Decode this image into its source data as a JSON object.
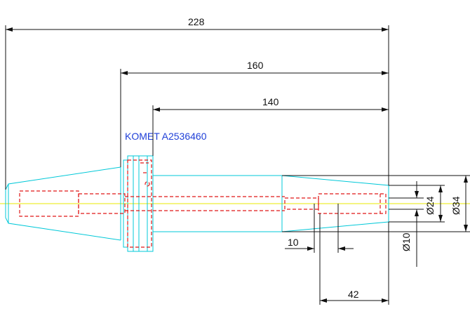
{
  "product_label": "KOMET A2536460",
  "dimensions": {
    "total_length": "228",
    "length_160": "160",
    "length_140": "140",
    "width_10": "10",
    "width_42": "42",
    "dia_10": "Ø10",
    "dia_24": "Ø24",
    "dia_34": "Ø34"
  },
  "colors": {
    "outline": "#00c8d8",
    "hidden_lines": "#e01818",
    "center_line": "#e8e800",
    "dimension_lines": "#101010",
    "label": "#1f3fd8"
  }
}
